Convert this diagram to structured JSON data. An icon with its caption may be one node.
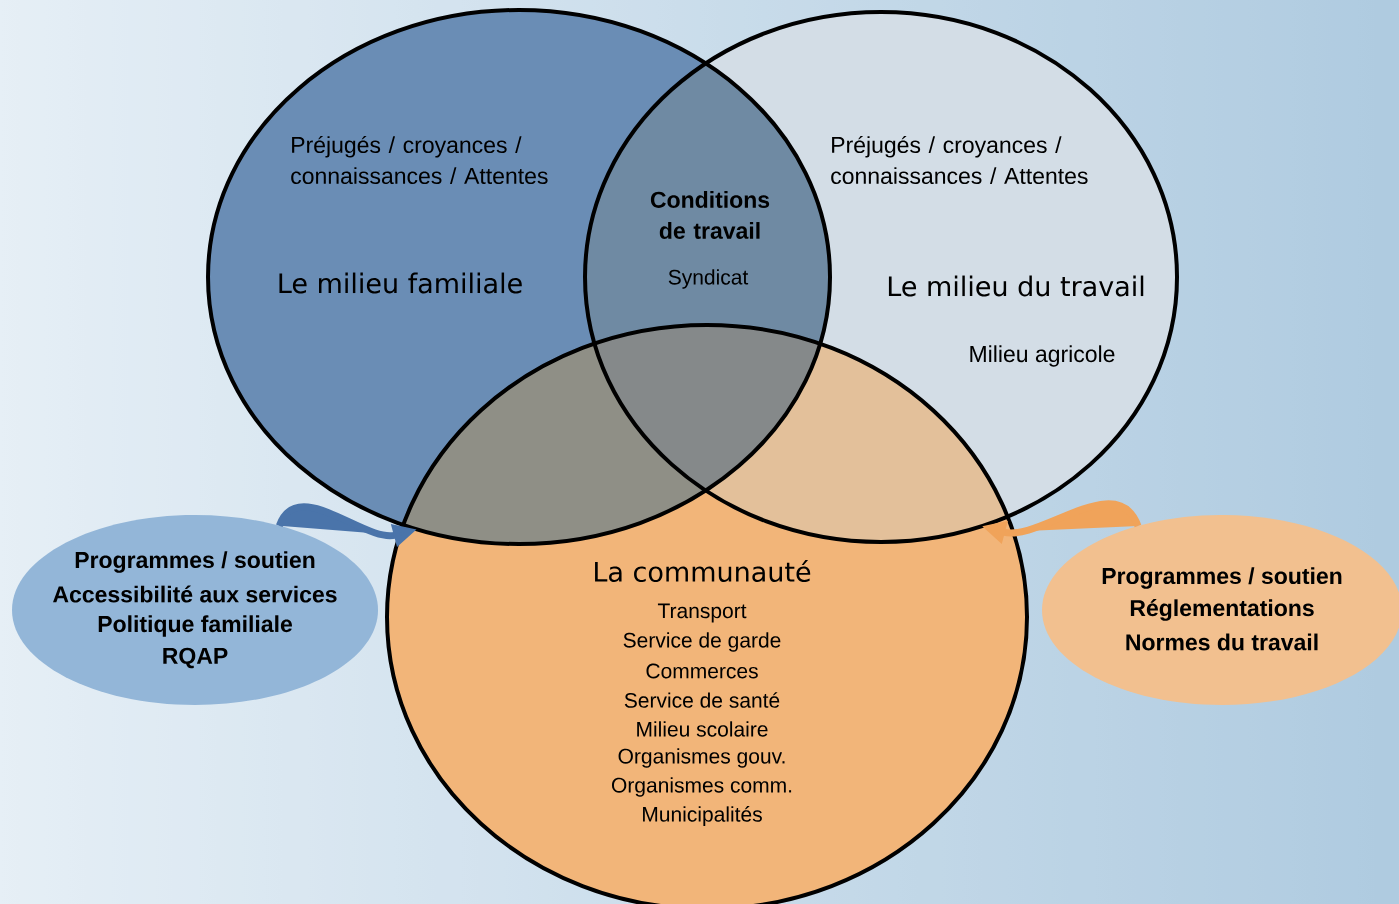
{
  "diagram": {
    "nodes": [
      {
        "text": [
          "Préjugés / croyances / connaissances / Attentes",
          "Le milieu familiale"
        ]
      },
      {
        "text": [
          "Préjugés / croyances / connaissances / Attentes",
          "Le milieu du travail",
          "Milieu agricole"
        ]
      },
      {
        "text": [
          "La communauté",
          "Transport",
          "Service de garde",
          "Commerces",
          "Service de santé",
          "Milieu scolaire",
          "Organismes gouv.",
          "Organismes comm.",
          "Municipalités"
        ]
      },
      {
        "text": [
          "Programmes / soutien",
          "Accessibilité aux services",
          "Politique familiale",
          "RQAP"
        ]
      },
      {
        "text": [
          "Programmes / soutien",
          "Réglementations",
          "Normes du travail"
        ]
      }
    ],
    "edges": [
      {
        "from": 3,
        "to": 0,
        "arrow": "to",
        "style": "thick",
        "color": "#4a74aa"
      },
      {
        "from": 4,
        "to": 1,
        "arrow": "to",
        "style": "thick",
        "color": "#f0a35a"
      }
    ],
    "labels": [
      "Conditions de travail",
      "Syndicat"
    ]
  }
}
